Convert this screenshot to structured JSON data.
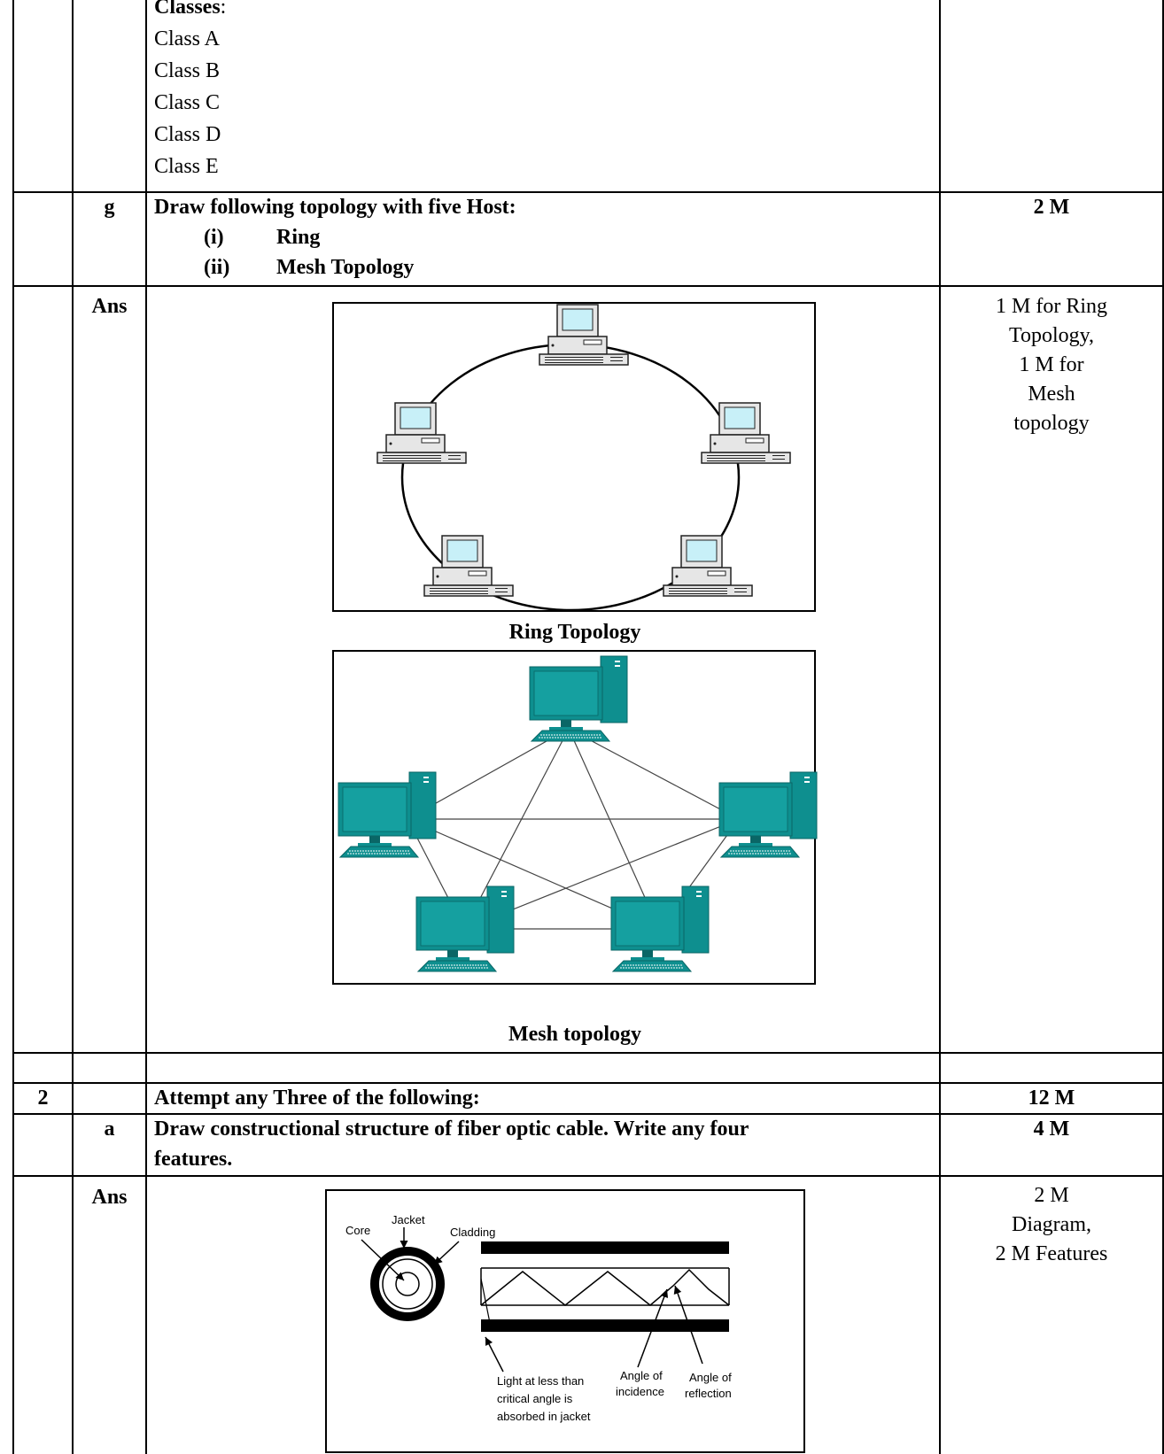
{
  "classes": {
    "heading": "Classes",
    "colon": ":",
    "items": [
      "Class A",
      "Class B",
      "Class C",
      "Class D",
      "Class E"
    ]
  },
  "q1g": {
    "label": "g",
    "question": "Draw following topology with five Host:",
    "items": [
      {
        "num": "(i)",
        "text": "Ring"
      },
      {
        "num": "(ii)",
        "text": "Mesh Topology"
      }
    ],
    "marks": "2 M"
  },
  "ans1": {
    "label": "Ans",
    "ring_caption": "Ring Topology",
    "mesh_caption": "Mesh topology",
    "marks_lines": [
      "1 M for Ring",
      "Topology,",
      "1 M for",
      "Mesh",
      "topology"
    ]
  },
  "q2": {
    "number": "2",
    "instruction": "Attempt any Three of the following:",
    "marks": "12 M"
  },
  "q2a": {
    "label": "a",
    "question_line1": "Draw constructional structure of fiber optic cable. Write any four",
    "question_line2": "features.",
    "marks": "4 M"
  },
  "ans2": {
    "label": "Ans",
    "marks_lines": [
      "2 M",
      "Diagram,",
      "2 M Features"
    ],
    "fiber": {
      "core": "Core",
      "jacket": "Jacket",
      "cladding": "Cladding",
      "light_lines": [
        "Light at less than",
        "critical angle is",
        "absorbed in jacket"
      ],
      "incidence_lines": [
        "Angle of",
        "incidence"
      ],
      "reflection_lines": [
        "Angle of",
        "reflection"
      ]
    }
  },
  "colors": {
    "monitor_screen": "#c8f0f8",
    "computer_teal": "#0e8f8f",
    "computer_dark": "#0a6666"
  },
  "icons": [
    "desktop-computer-icon",
    "teal-workstation-icon"
  ]
}
